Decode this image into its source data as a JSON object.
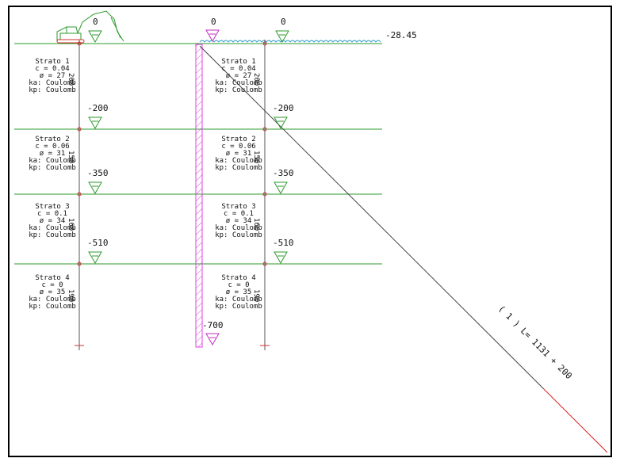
{
  "colors": {
    "ground": "#2e9a2e",
    "wall": "#e040e0",
    "water": "#3aa0d0",
    "anchor": "#444444",
    "anchor_tail": "#e02020",
    "node": "#d03030",
    "marker_ground": "#2e9a2e",
    "marker_wall": "#c030c0",
    "machine": "#2e9a2e",
    "machine_accent": "#d03030"
  },
  "surface": {
    "left_level": "0",
    "wall_level": "0",
    "right_level": "0",
    "water_level": "-28.45"
  },
  "strata_left": [
    {
      "name": "Strato 1",
      "c": "c = 0.04",
      "phi": "ø = 27",
      "ka": "ka: Coulomb",
      "kp": "kp: Coulomb",
      "thickness": "200",
      "bottom_level": "-200"
    },
    {
      "name": "Strato 2",
      "c": "c = 0.06",
      "phi": "ø = 31",
      "ka": "ka: Coulomb",
      "kp": "kp: Coulomb",
      "thickness": "150",
      "bottom_level": "-350"
    },
    {
      "name": "Strato 3",
      "c": "c = 0.1",
      "phi": "ø = 34",
      "ka": "ka: Coulomb",
      "kp": "kp: Coulomb",
      "thickness": "160",
      "bottom_level": "-510"
    },
    {
      "name": "Strato 4",
      "c": "c = 0",
      "phi": "ø = 35",
      "ka": "ka: Coulomb",
      "kp": "kp: Coulomb",
      "thickness": "190",
      "bottom_level": ""
    }
  ],
  "strata_right": [
    {
      "name": "Strato 1",
      "c": "c = 0.04",
      "phi": "ø = 27",
      "ka": "ka: Coulomb",
      "kp": "kp: Coulomb",
      "thickness": "200",
      "bottom_level": "-200"
    },
    {
      "name": "Strato 2",
      "c": "c = 0.06",
      "phi": "ø = 31",
      "ka": "ka: Coulomb",
      "kp": "kp: Coulomb",
      "thickness": "150",
      "bottom_level": "-350"
    },
    {
      "name": "Strato 3",
      "c": "c = 0.1",
      "phi": "ø = 34",
      "ka": "ka: Coulomb",
      "kp": "kp: Coulomb",
      "thickness": "160",
      "bottom_level": "-510"
    },
    {
      "name": "Strato 4",
      "c": "c = 0",
      "phi": "ø = 35",
      "ka": "ka: Coulomb",
      "kp": "kp: Coulomb",
      "thickness": "190",
      "bottom_level": ""
    }
  ],
  "wall": {
    "toe_level": "-700"
  },
  "anchor": {
    "label": "( 1 ) L= 1131 + 200"
  }
}
